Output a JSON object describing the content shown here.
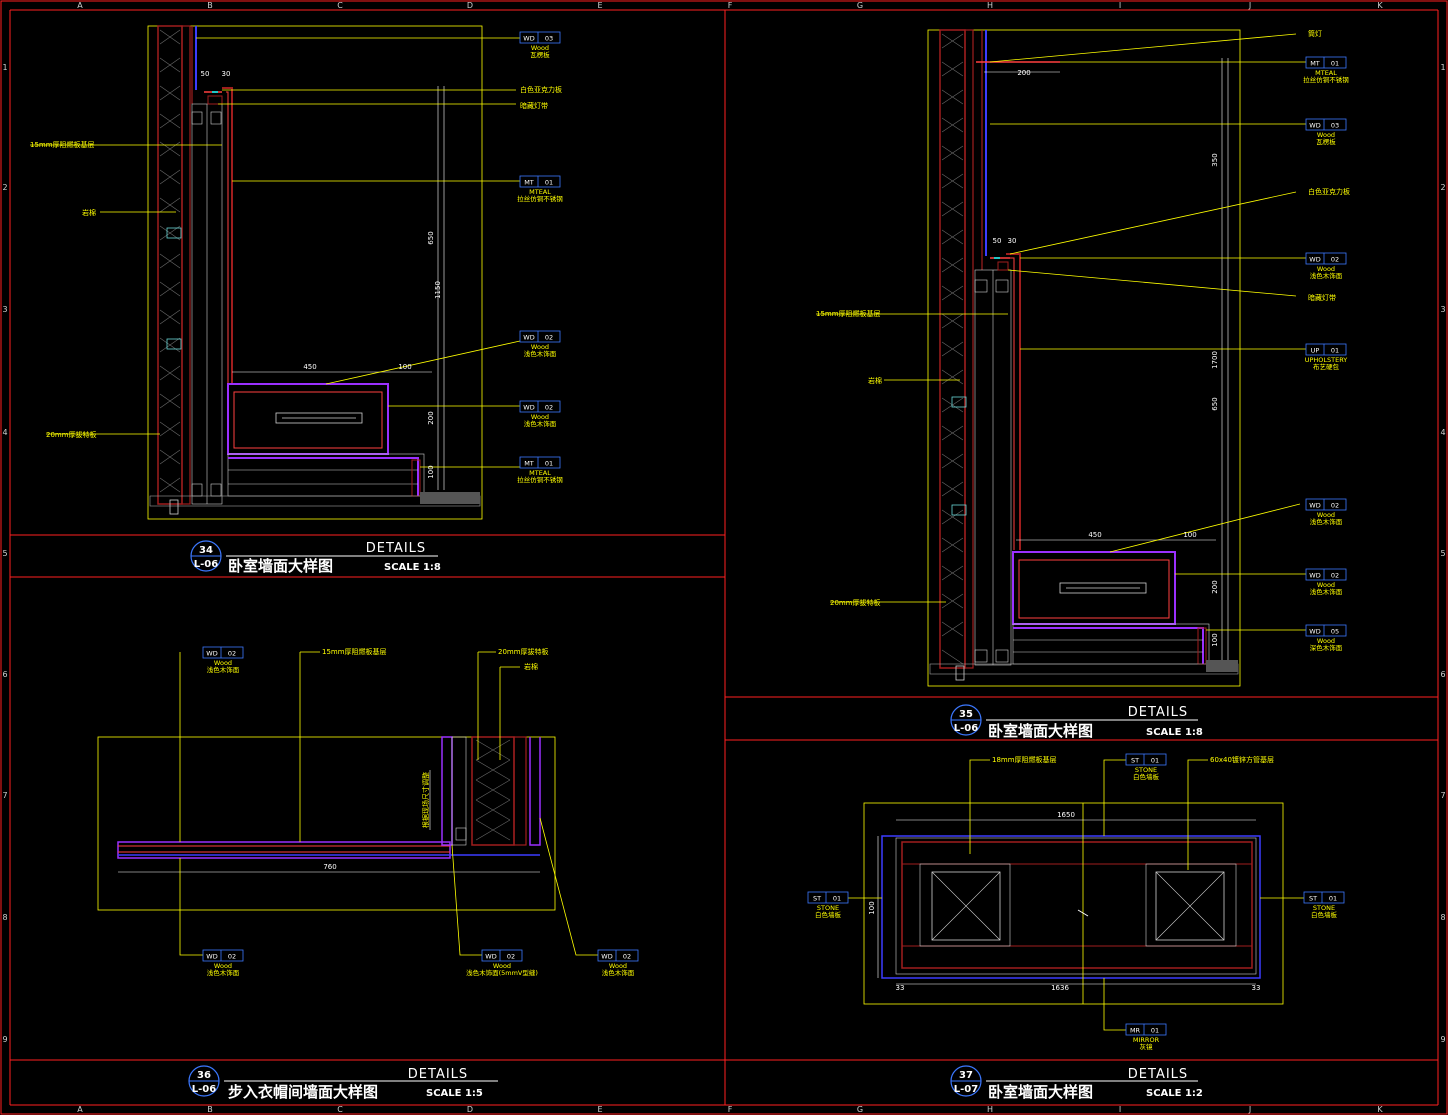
{
  "grid": {
    "columns": [
      "A",
      "B",
      "C",
      "D",
      "E",
      "F",
      "G",
      "H",
      "I",
      "J",
      "K"
    ],
    "rows": [
      "1",
      "2",
      "3",
      "4",
      "5",
      "6",
      "7",
      "8",
      "9"
    ]
  },
  "details": [
    {
      "number": "34",
      "sheet": "L-06",
      "title": "卧室墙面大样图",
      "heading": "DETAILS",
      "scale": "SCALE 1:8",
      "tags": [
        {
          "code": "WD",
          "num": "03",
          "sub1": "Wood",
          "sub2": "瓦楞板"
        },
        {
          "code": "MT",
          "num": "01",
          "sub1": "MTEAL",
          "sub2": "拉丝仿铜不锈钢"
        },
        {
          "code": "WD",
          "num": "02",
          "sub1": "Wood",
          "sub2": "浅色木饰面"
        },
        {
          "code": "WD",
          "num": "02",
          "sub1": "Wood",
          "sub2": "浅色木饰面"
        },
        {
          "code": "MT",
          "num": "01",
          "sub1": "MTEAL",
          "sub2": "拉丝仿铜不锈钢"
        }
      ],
      "notes": [
        "白色亚克力板",
        "暗藏灯带",
        "15mm厚阻燃板基层",
        "岩棉",
        "20mm厚拔特板"
      ],
      "dims": [
        "50",
        "30",
        "450",
        "100",
        "650",
        "1150",
        "200",
        "100"
      ]
    },
    {
      "number": "35",
      "sheet": "L-06",
      "title": "卧室墙面大样图",
      "heading": "DETAILS",
      "scale": "SCALE 1:8",
      "tags": [
        {
          "code": "MT",
          "num": "01",
          "sub1": "MTEAL",
          "sub2": "拉丝仿铜不锈钢"
        },
        {
          "code": "WD",
          "num": "03",
          "sub1": "Wood",
          "sub2": "瓦楞板"
        },
        {
          "code": "WD",
          "num": "02",
          "sub1": "Wood",
          "sub2": "浅色木饰面"
        },
        {
          "code": "UP",
          "num": "01",
          "sub1": "UPHOLSTERY",
          "sub2": "布艺硬包"
        },
        {
          "code": "WD",
          "num": "02",
          "sub1": "Wood",
          "sub2": "浅色木饰面"
        },
        {
          "code": "WD",
          "num": "02",
          "sub1": "Wood",
          "sub2": "浅色木饰面"
        },
        {
          "code": "WD",
          "num": "05",
          "sub1": "Wood",
          "sub2": "深色木饰面"
        }
      ],
      "notes": [
        "筒灯",
        "白色亚克力板",
        "暗藏灯带",
        "15mm厚阻燃板基层",
        "岩棉",
        "20mm厚拔特板"
      ],
      "dims": [
        "200",
        "350",
        "50",
        "30",
        "1700",
        "650",
        "450",
        "100",
        "200",
        "100"
      ]
    },
    {
      "number": "36",
      "sheet": "L-06",
      "title": "步入衣帽间墙面大样图",
      "heading": "DETAILS",
      "scale": "SCALE 1:5",
      "tags": [
        {
          "code": "WD",
          "num": "02",
          "sub1": "Wood",
          "sub2": "浅色木饰面"
        },
        {
          "code": "WD",
          "num": "02",
          "sub1": "Wood",
          "sub2": "浅色木饰面"
        },
        {
          "code": "WD",
          "num": "02",
          "sub1": "Wood",
          "sub2": "浅色木饰面(5mmV型缝)"
        },
        {
          "code": "WD",
          "num": "02",
          "sub1": "Wood",
          "sub2": "浅色木饰面"
        }
      ],
      "notes": [
        "15mm厚阻燃板基层",
        "20mm厚拔特板",
        "岩棉",
        "根据现场尺寸调整"
      ],
      "dims": [
        "760"
      ]
    },
    {
      "number": "37",
      "sheet": "L-07",
      "title": "卧室墙面大样图",
      "heading": "DETAILS",
      "scale": "SCALE 1:2",
      "tags": [
        {
          "code": "ST",
          "num": "01",
          "sub1": "STONE",
          "sub2": "白色墙板"
        },
        {
          "code": "ST",
          "num": "01",
          "sub1": "STONE",
          "sub2": "白色墙板"
        },
        {
          "code": "ST",
          "num": "01",
          "sub1": "STONE",
          "sub2": "白色墙板"
        },
        {
          "code": "MR",
          "num": "01",
          "sub1": "MIRROR",
          "sub2": "灰镜"
        }
      ],
      "notes": [
        "18mm厚阻燃板基层",
        "60x40镀锌方管基层"
      ],
      "dims": [
        "1650",
        "100",
        "33",
        "1636",
        "33"
      ]
    }
  ],
  "colors": {
    "background": "#000000",
    "frame": "#ff0000",
    "annotation": "#ffff00",
    "tagbox": "#3c78ff",
    "wall": "#a01e1e",
    "finish": "#9b30ff"
  }
}
